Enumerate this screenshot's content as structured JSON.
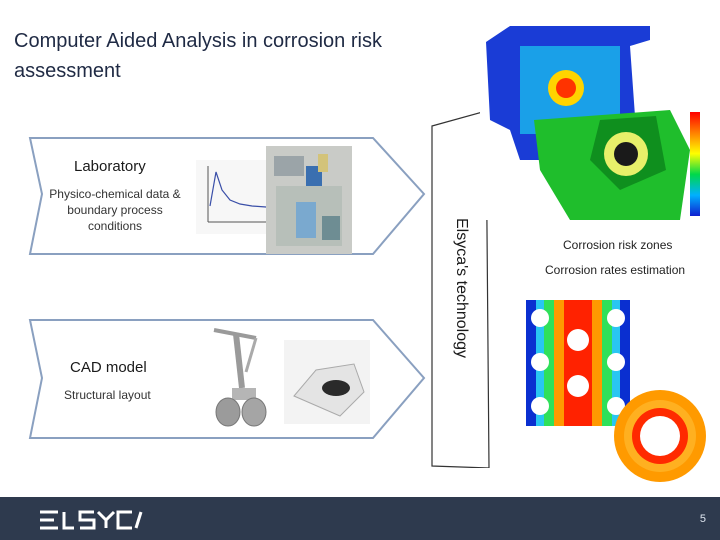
{
  "slide": {
    "title": "Computer Aided Analysis in corrosion risk assessment",
    "laboratory": {
      "heading": "Laboratory",
      "description": "Physico-chemical data & boundary process conditions"
    },
    "cad": {
      "heading": "CAD model",
      "description": "Structural layout"
    },
    "technology_label": "Elsyca's technology",
    "outputs": {
      "zones": "Corrosion risk zones",
      "rates": "Corrosion rates estimation"
    },
    "page_number": "5"
  },
  "colors": {
    "title": "#1f2a44",
    "arrow_stroke": "#8aa0c0",
    "footer": "#2e3a4e"
  },
  "icons": [
    "elsyca-logo"
  ]
}
